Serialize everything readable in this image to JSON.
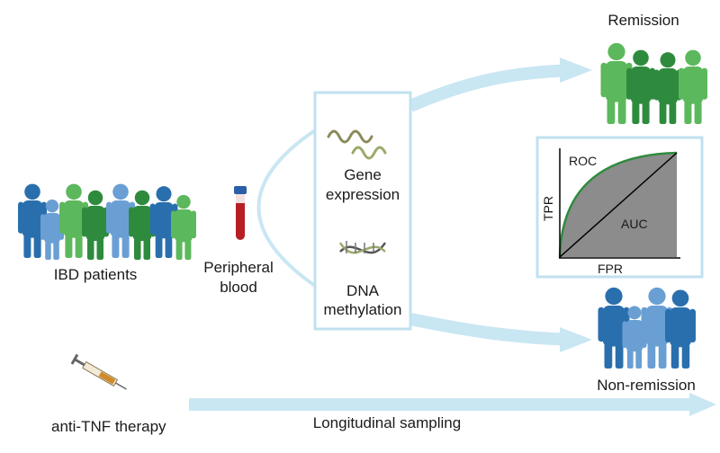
{
  "cohort": {
    "label": "IBD patients"
  },
  "sample": {
    "label": [
      "Peripheral",
      "blood"
    ]
  },
  "therapy": {
    "label": "anti-TNF therapy"
  },
  "omics": {
    "gene_label": [
      "Gene",
      "expression"
    ],
    "dna_label": [
      "DNA",
      "methylation"
    ]
  },
  "outcomes": {
    "remission": "Remission",
    "non_remission": "Non-remission"
  },
  "timeline": {
    "label": "Longitudinal sampling"
  },
  "roc": {
    "title": "ROC",
    "ylabel": "TPR",
    "xlabel": "FPR",
    "area": "AUC"
  },
  "colors": {
    "green_light": "#5cb85c",
    "green_dark": "#2e8b3e",
    "blue_light": "#6a9fd4",
    "blue_dark": "#2a6fad",
    "arrow": "#c9e6f3",
    "box_border": "#c0e1ef",
    "roc_fill": "#8c8c8c",
    "roc_curve": "#2e8b3e",
    "blood": "#b52025",
    "cap": "#2a5fa8"
  }
}
